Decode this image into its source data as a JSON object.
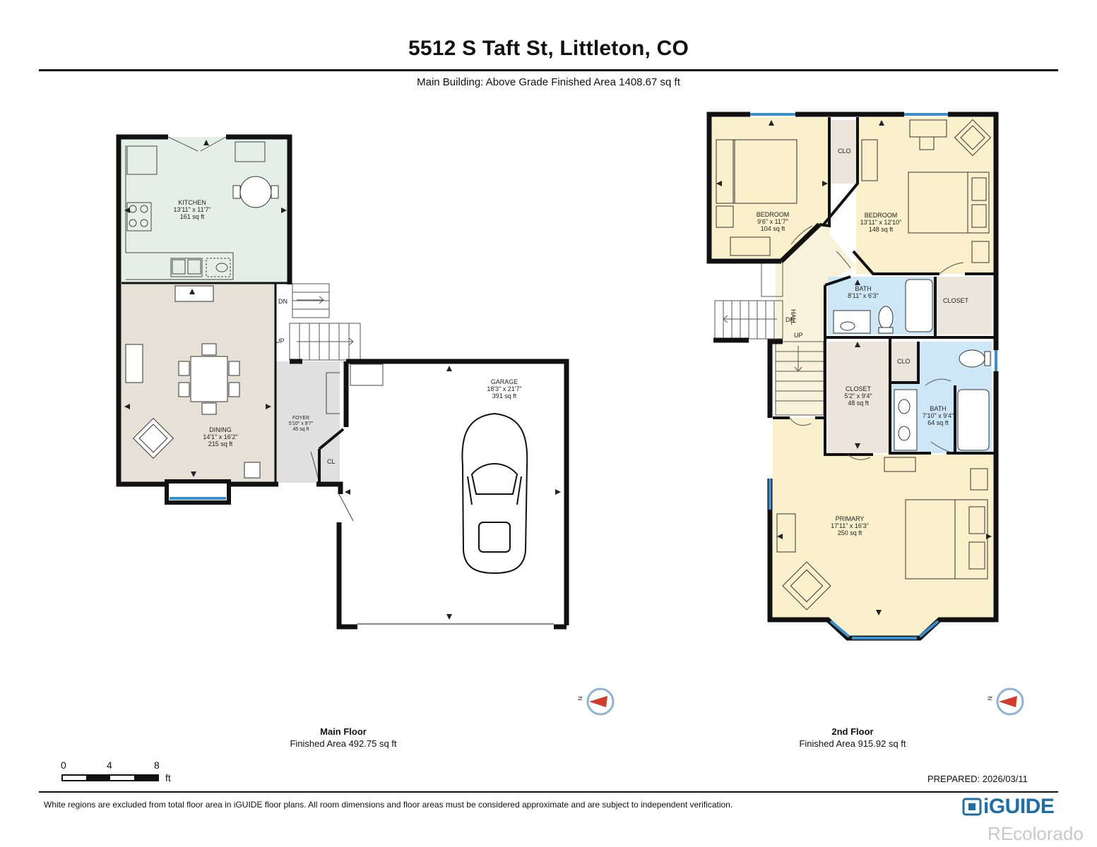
{
  "title": "5512 S Taft St, Littleton, CO",
  "subtitle": "Main Building: Above Grade Finished Area 1408.67 sq ft",
  "colors": {
    "kitchen": "#e4efe8",
    "dining": "#e6e1d6",
    "foyer": "#e0e0e0",
    "bedroom": "#fbf0cc",
    "bath": "#cde7f6",
    "closet": "#ebe5dc",
    "hall": "#f8f2da",
    "wall": "#111111",
    "window": "#3a8fcc",
    "brand": "#1c6fa8"
  },
  "main_floor": {
    "name": "Main Floor",
    "area": "Finished Area 492.75 sq ft",
    "rooms": {
      "kitchen": {
        "name": "KITCHEN",
        "dims": "13'11\" x 11'7\"",
        "area": "161 sq ft"
      },
      "dining": {
        "name": "DINING",
        "dims": "14'1\" x 16'2\"",
        "area": "215 sq ft"
      },
      "foyer": {
        "name": "FOYER",
        "dims": "5'10\" x 9'7\"",
        "area": "45 sq ft"
      },
      "garage": {
        "name": "GARAGE",
        "dims": "18'3\" x 21'7\"",
        "area": "391 sq ft"
      }
    },
    "labels": {
      "dn": "DN",
      "up": "UP",
      "cl": "CL"
    }
  },
  "second_floor": {
    "name": "2nd Floor",
    "area": "Finished Area 915.92 sq ft",
    "rooms": {
      "bedroom_left": {
        "name": "BEDROOM",
        "dims": "9'6\" x 11'7\"",
        "area": "104 sq ft"
      },
      "bedroom_right": {
        "name": "BEDROOM",
        "dims": "13'11\" x 12'10\"",
        "area": "148 sq ft"
      },
      "bath_upper": {
        "name": "BATH",
        "dims": "8'11\" x 6'3\""
      },
      "closet_upper": {
        "name": "CLOSET"
      },
      "closet_mid": {
        "name": "CLOSET",
        "dims": "5'2\" x 9'4\"",
        "area": "48 sq ft"
      },
      "bath_lower": {
        "name": "BATH",
        "dims": "7'10\" x 9'4\"",
        "area": "64 sq ft"
      },
      "primary": {
        "name": "PRIMARY",
        "dims": "17'11\" x 16'3\"",
        "area": "250 sq ft"
      }
    },
    "labels": {
      "clo_top": "CLO",
      "clo_mid": "CLO",
      "hall": "HALL",
      "dn": "DN",
      "up": "UP"
    }
  },
  "compass": {
    "north_label": "N"
  },
  "scale": {
    "ticks": [
      "0",
      "4",
      "8"
    ],
    "unit": "ft"
  },
  "prepared": "PREPARED: 2026/03/11",
  "disclaimer": "White regions are excluded from total floor area in iGUIDE floor plans. All room dimensions and floor areas must be considered approximate and are subject to independent verification.",
  "brand": "iGUIDE",
  "watermark": "REcolorado"
}
